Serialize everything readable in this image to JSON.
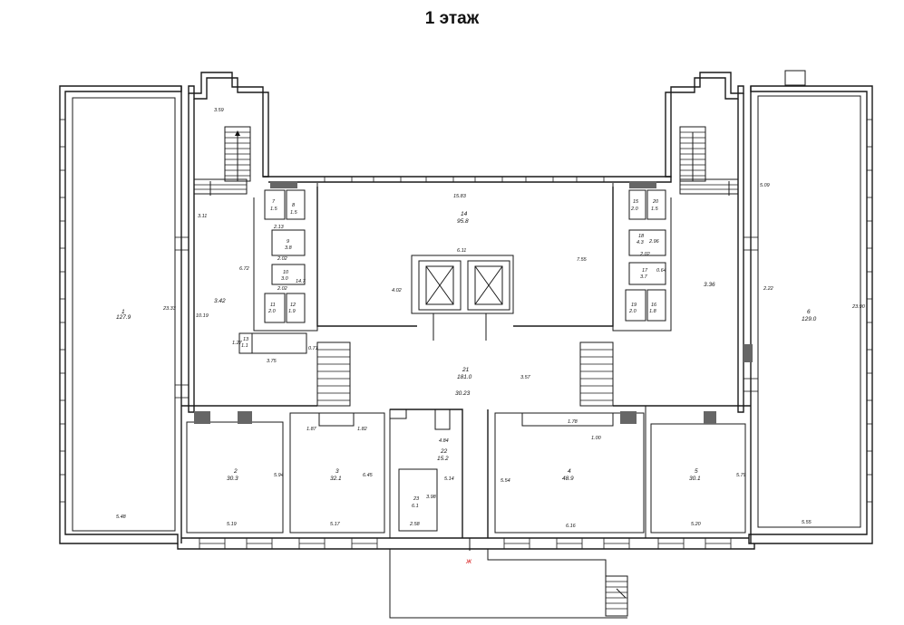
{
  "title": "1 этаж",
  "rooms": [
    {
      "id": "r1",
      "num": "1",
      "area": "127.9"
    },
    {
      "id": "r2",
      "num": "2",
      "area": "30.3"
    },
    {
      "id": "r3",
      "num": "3",
      "area": "32.1"
    },
    {
      "id": "r4",
      "num": "4",
      "area": "48.9"
    },
    {
      "id": "r5",
      "num": "5",
      "area": "30.1"
    },
    {
      "id": "r6",
      "num": "6",
      "area": "129.0"
    },
    {
      "id": "r7",
      "num": "7",
      "area": "1.5"
    },
    {
      "id": "r8",
      "num": "8",
      "area": "1.5"
    },
    {
      "id": "r9",
      "num": "9",
      "area": "3.8"
    },
    {
      "id": "r10",
      "num": "10",
      "area": "3.0"
    },
    {
      "id": "r11",
      "num": "11",
      "area": "2.0"
    },
    {
      "id": "r12",
      "num": "12",
      "area": "1.9"
    },
    {
      "id": "r13",
      "num": "13",
      "area": "1.1"
    },
    {
      "id": "r14",
      "num": "14",
      "area": "95.8"
    },
    {
      "id": "r15",
      "num": "15",
      "area": "2.0"
    },
    {
      "id": "r16",
      "num": "16",
      "area": "1.8"
    },
    {
      "id": "r17",
      "num": "17",
      "area": "3.7"
    },
    {
      "id": "r18",
      "num": "18",
      "area": "4.3"
    },
    {
      "id": "r19",
      "num": "19",
      "area": "2.0"
    },
    {
      "id": "r20",
      "num": "20",
      "area": "1.5"
    },
    {
      "id": "r21",
      "num": "21",
      "area": "181.0"
    },
    {
      "id": "r22",
      "num": "22",
      "area": "15.2"
    },
    {
      "id": "r23",
      "num": "23",
      "area": "6.1"
    }
  ],
  "dimensions": [
    "3.59",
    "15.83",
    "6.11",
    "7.55",
    "4.02",
    "3.11",
    "6.72",
    "2.13",
    "2.02",
    "2.02",
    "14.7",
    "3.42",
    "10.19",
    "1.27",
    "3.75",
    "0.71",
    "23.33",
    "5.48",
    "2.02",
    "2.96",
    "3.36",
    "2.22",
    "5.09",
    "23.90",
    "5.55",
    "3.57",
    "30.23",
    "1.87",
    "1.82",
    "1.78",
    "1.00",
    "4.84",
    "5.94",
    "6.45",
    "5.54",
    "5.79",
    "5.19",
    "5.17",
    "2.58",
    "3.98",
    "6.16",
    "5.20",
    "5.14",
    "0.64"
  ],
  "entrance_mark": "Ж",
  "colors": {
    "walls": "#1a1a1a",
    "entrance": "#d40000",
    "hatch": "#666666"
  }
}
